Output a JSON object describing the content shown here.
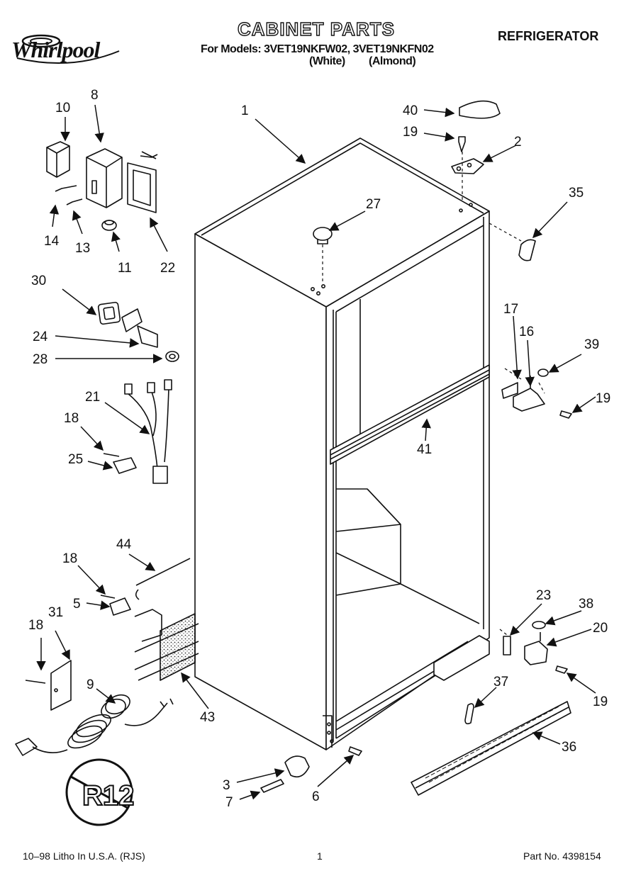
{
  "brand": "Whirlpool",
  "header": {
    "title": "CABINET PARTS",
    "models_line": "For Models: 3VET19NKFW02, 3VET19NKFN02",
    "variant_white": "(White)",
    "variant_almond": "(Almond)",
    "product": "REFRIGERATOR"
  },
  "refrigerant_symbol": "R12",
  "footer": {
    "print_info": "10–98 Litho In U.S.A. (RJS)",
    "page_number": "1",
    "part_number": "Part No. 4398154"
  },
  "callouts": [
    {
      "id": "part-1",
      "text": "1"
    },
    {
      "id": "part-2",
      "text": "2"
    },
    {
      "id": "part-3",
      "text": "3"
    },
    {
      "id": "part-5",
      "text": "5"
    },
    {
      "id": "part-6",
      "text": "6"
    },
    {
      "id": "part-7",
      "text": "7"
    },
    {
      "id": "part-8",
      "text": "8"
    },
    {
      "id": "part-9",
      "text": "9"
    },
    {
      "id": "part-10",
      "text": "10"
    },
    {
      "id": "part-11",
      "text": "11"
    },
    {
      "id": "part-13",
      "text": "13"
    },
    {
      "id": "part-14",
      "text": "14"
    },
    {
      "id": "part-16",
      "text": "16"
    },
    {
      "id": "part-17",
      "text": "17"
    },
    {
      "id": "part-18-a",
      "text": "18"
    },
    {
      "id": "part-18-b",
      "text": "18"
    },
    {
      "id": "part-18-c",
      "text": "18"
    },
    {
      "id": "part-19-a",
      "text": "19"
    },
    {
      "id": "part-19-b",
      "text": "19"
    },
    {
      "id": "part-19-c",
      "text": "19"
    },
    {
      "id": "part-20",
      "text": "20"
    },
    {
      "id": "part-21",
      "text": "21"
    },
    {
      "id": "part-22",
      "text": "22"
    },
    {
      "id": "part-23",
      "text": "23"
    },
    {
      "id": "part-24",
      "text": "24"
    },
    {
      "id": "part-25",
      "text": "25"
    },
    {
      "id": "part-27",
      "text": "27"
    },
    {
      "id": "part-28",
      "text": "28"
    },
    {
      "id": "part-30",
      "text": "30"
    },
    {
      "id": "part-31",
      "text": "31"
    },
    {
      "id": "part-35",
      "text": "35"
    },
    {
      "id": "part-36",
      "text": "36"
    },
    {
      "id": "part-37",
      "text": "37"
    },
    {
      "id": "part-38",
      "text": "38"
    },
    {
      "id": "part-39",
      "text": "39"
    },
    {
      "id": "part-40",
      "text": "40"
    },
    {
      "id": "part-41",
      "text": "41"
    },
    {
      "id": "part-43",
      "text": "43"
    },
    {
      "id": "part-44",
      "text": "44"
    }
  ]
}
